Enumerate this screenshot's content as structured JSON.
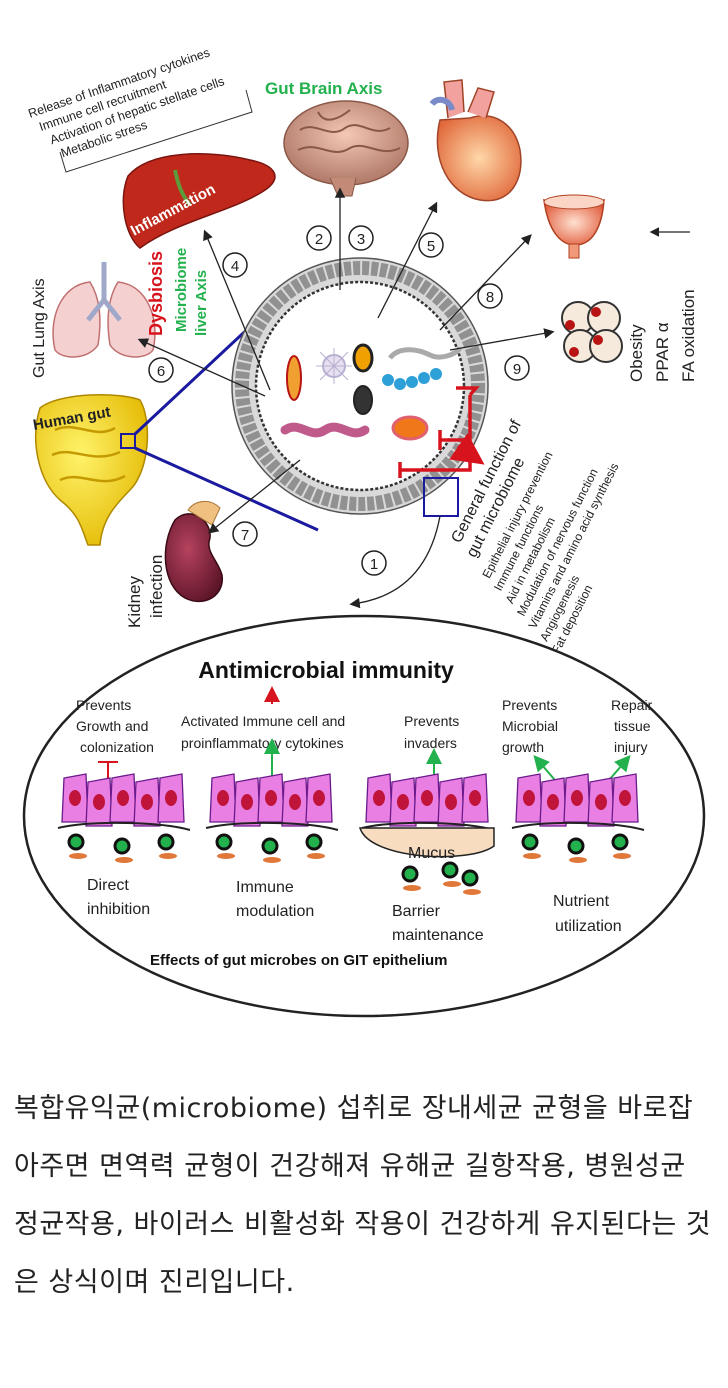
{
  "top": {
    "liver_notes": [
      "Release of Inflammatory cytokines",
      "Immune cell recruitment",
      "Activation of hepatic stellate cells",
      "Metabolic stress"
    ],
    "gut_brain_axis": "Gut Brain Axis",
    "inflammation": "Inflammation",
    "dysbiosis": "Dysbiosis",
    "microbiome_liver_axis": [
      "Microbiome",
      "liver Axis"
    ],
    "gut_lung_axis": "Gut Lung Axis",
    "human_gut": "Human gut",
    "kidney_infection": [
      "Kidney",
      "infection"
    ],
    "obesity_labels": [
      "Obesity",
      "PPAR α",
      "FA oxidation"
    ],
    "general_function_title": [
      "General function of",
      "gut microbiome"
    ],
    "general_function_items": [
      "Epithelial injury prevention",
      "Immune functions",
      "Aid in metabolism",
      "Modulation of nervous function",
      "Vitamins and amino acid synthesis",
      "Angiogenesis",
      "Fat deposition"
    ],
    "numbers": [
      "1",
      "2",
      "3",
      "4",
      "5",
      "6",
      "7",
      "8",
      "9"
    ]
  },
  "bottom": {
    "title": "Antimicrobial immunity",
    "prevents_growth": [
      "Prevents",
      "Growth and",
      "colonization"
    ],
    "activated_immune": [
      "Activated Immune cell  and",
      "proinflammatory cytokines"
    ],
    "prevents_invaders": [
      "Prevents",
      "invaders"
    ],
    "prevents_microbial": [
      "Prevents",
      "Microbial",
      "growth"
    ],
    "repair_tissue": [
      "Repair",
      "tissue",
      "injury"
    ],
    "mucus": "Mucus",
    "direct_inhibition": [
      "Direct",
      "inhibition"
    ],
    "immune_modulation": [
      "Immune",
      "modulation"
    ],
    "barrier_maintenance": [
      "Barrier",
      "maintenance"
    ],
    "nutrient_utilization": [
      "Nutrient",
      "utilization"
    ],
    "effects_caption": "Effects of  gut microbes on GIT epithelium"
  },
  "caption": "복합유익균(microbiome) 섭취로 장내세균 균형을 바로잡아주면 면역력 균형이 건강해져 유해균 길항작용, 병원성균 정균작용, 바이러스 비활성화 작용이 건강하게 유지된다는 것은 상식이며 진리입니다.",
  "colors": {
    "accent_green": "#22b14c",
    "accent_red": "#d7141e",
    "line_blue": "#1a1aa0",
    "cell_pink": "#e97fe3"
  }
}
